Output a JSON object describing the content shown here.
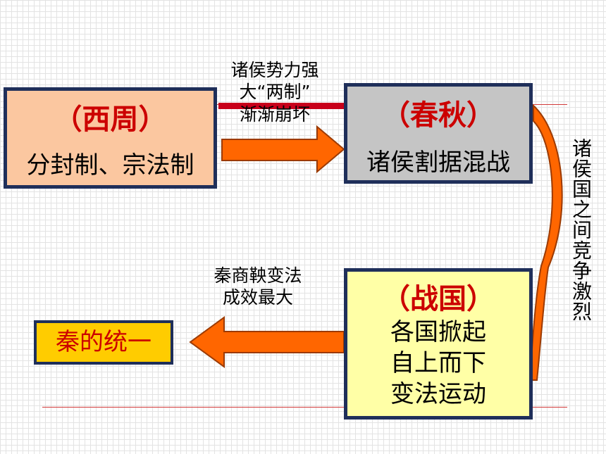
{
  "boxes": {
    "western_zhou": {
      "title": "（西周）",
      "text": "分封制、宗法制",
      "fill": "#fbc7a0"
    },
    "spring_autumn": {
      "title": "（春秋）",
      "text": "诸侯割据混战",
      "fill": "#c5c5c5"
    },
    "warring_states": {
      "title": "（战国）",
      "lines": [
        "各国掀起",
        "自上而下",
        "变法运动"
      ],
      "fill": "#ffffa6"
    },
    "qin_unification": {
      "text": "秦的统一",
      "fill": "#ffcc00"
    }
  },
  "arrow_labels": {
    "top_line1": "诸侯势力强",
    "top_line2": "大“两制”",
    "top_line3": "渐渐崩坏",
    "bottom_line1": "秦商鞅变法",
    "bottom_line2": "成效最大",
    "side_vertical": "诸侯国之间竞争激烈"
  },
  "colors": {
    "arrow_fill": "#ff6600",
    "arrow_stroke": "#9c3a00",
    "box_border": "#1f2f5a",
    "title_red": "#cc0000"
  }
}
